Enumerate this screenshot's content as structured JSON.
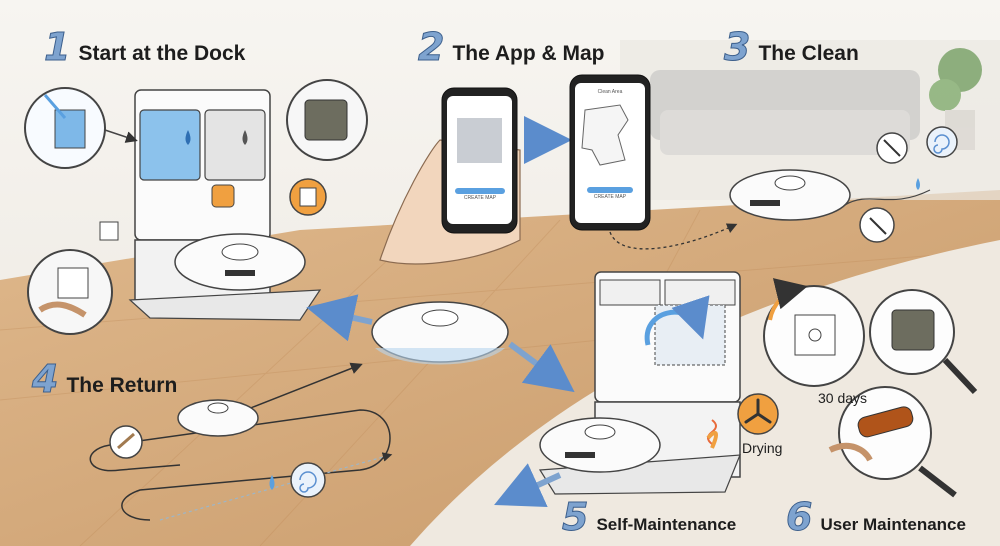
{
  "steps": [
    {
      "number": "1",
      "label": "Start at the Dock"
    },
    {
      "number": "2",
      "label": "The App & Map"
    },
    {
      "number": "3",
      "label": "The Clean"
    },
    {
      "number": "4",
      "label": "The Return"
    },
    {
      "number": "5",
      "label": "Self-Maintenance"
    },
    {
      "number": "6",
      "label": "User Maintenance"
    }
  ],
  "labels": {
    "drying": "Drying",
    "interval": "30 days"
  },
  "phones": {
    "left_button": "CREATE MAP",
    "right_header": "Clean Area",
    "right_button": "CREATE MAP"
  },
  "colors": {
    "accent_blue": "#7ea3cf",
    "water_blue": "#5aa0e0",
    "dust_orange": "#f0a040",
    "floor_wood": "#d2a77a"
  }
}
